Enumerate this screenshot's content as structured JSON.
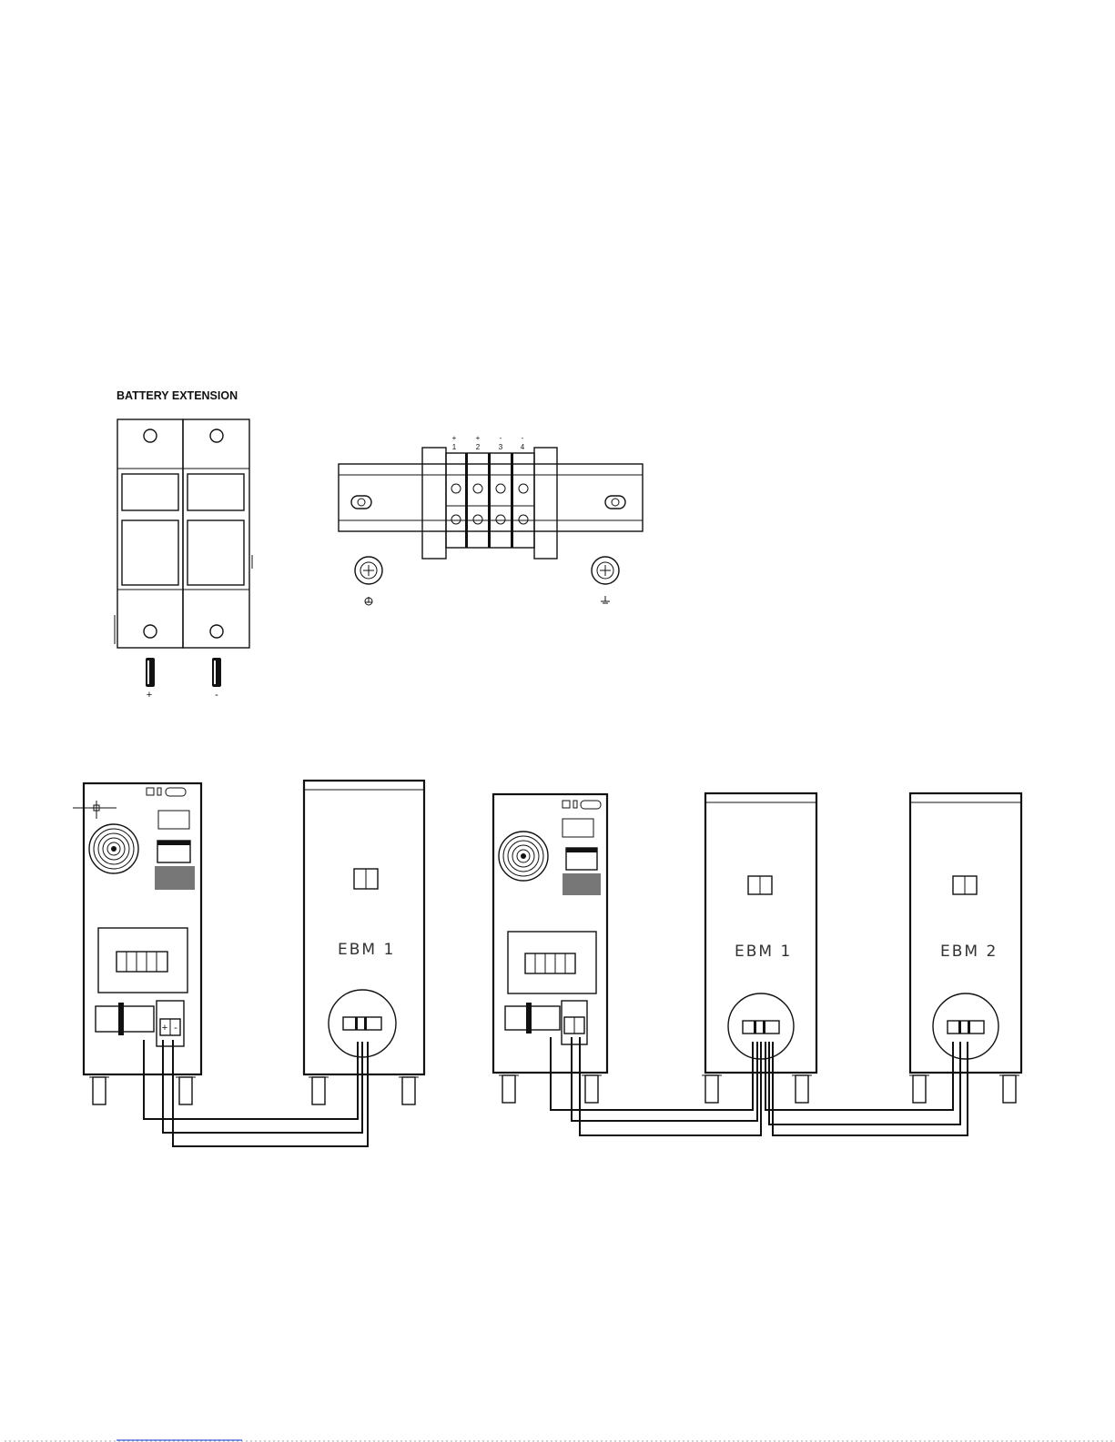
{
  "battery_extension": {
    "heading": "BATTERY EXTENSION",
    "plus_label": "+",
    "minus_label": "-"
  },
  "terminal_block": {
    "polarity_labels": [
      "+",
      "+",
      "-",
      "-"
    ],
    "number_labels": [
      "1",
      "2",
      "3",
      "4"
    ],
    "ground_left_icon": "ground-icon",
    "ground_right_icon": "ground-icon"
  },
  "left_setup": {
    "ebm_label": "EBM 1",
    "ups_terminal_plus": "+",
    "ups_terminal_minus": "-"
  },
  "right_setup": {
    "ebm1_label": "EBM 1",
    "ebm2_label": "EBM 2"
  }
}
